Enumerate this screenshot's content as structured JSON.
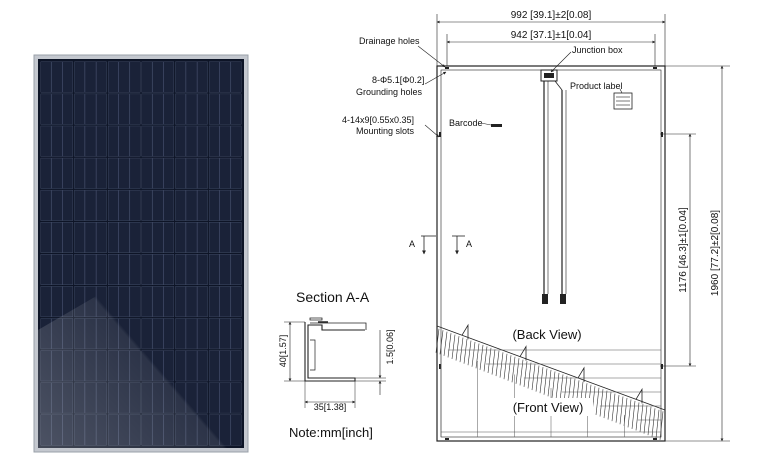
{
  "dimensions": {
    "overall_width": "992 [39.1]±2[0.08]",
    "mounting_width": "942 [37.1]±1[0.04]",
    "mounting_height": "1176 [46.3]±1[0.04]",
    "overall_height": "1960 [77.2]±2[0.08]"
  },
  "labels": {
    "drainage_holes": "Drainage holes",
    "grounding_spec": "8-Φ5.1[Φ0.2]",
    "grounding_holes": "Grounding holes",
    "mounting_spec": "4-14x9[0.55x0.35]",
    "mounting_slots": "Mounting slots",
    "barcode": "Barcode",
    "junction_box": "Junction box",
    "product_label": "Product label",
    "section_marker_left": "A",
    "section_marker_right": "A",
    "back_view": "(Back View)",
    "front_view": "(Front View)"
  },
  "section": {
    "title": "Section A-A",
    "height_dim": "40[1.57]",
    "lip_dim": "1.5[0.06]",
    "width_dim": "35[1.38]"
  },
  "note": "Note:mm[inch]",
  "colors": {
    "panel_frame": "#b8bcc4",
    "cell": "#1a2238",
    "line": "#222222"
  }
}
